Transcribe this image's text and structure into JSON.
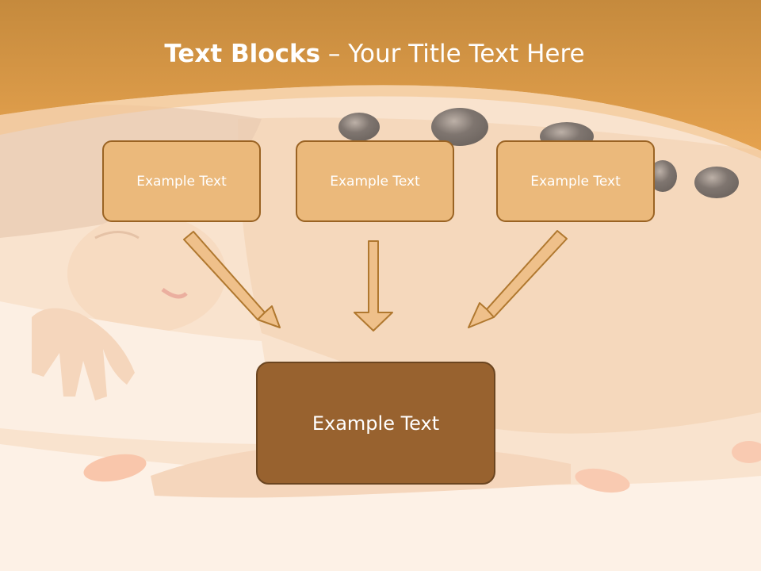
{
  "slide": {
    "title_bold": "Text Blocks",
    "title_rest": " – Your Title Text Here"
  },
  "blocks": {
    "top": [
      {
        "label": "Example Text"
      },
      {
        "label": "Example Text"
      },
      {
        "label": "Example Text"
      }
    ],
    "main": {
      "label": "Example Text"
    }
  },
  "colors": {
    "header_orange": "#df9c45",
    "block_fill": "#ebb97b",
    "block_border": "#9a6323",
    "main_block_fill": "#98622f",
    "arrow_fill": "#efc08a",
    "arrow_stroke": "#b0782f"
  }
}
